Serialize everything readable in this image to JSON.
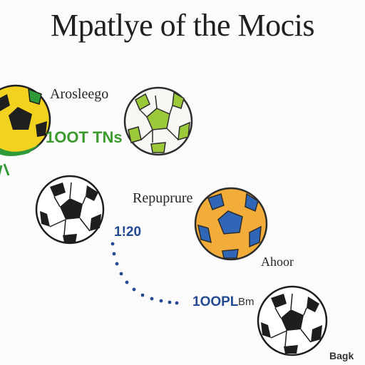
{
  "title": "Mpatlye of the Mocis",
  "labels": {
    "aroslego": "Arosleego",
    "score_green": "1OOT TNs",
    "repupture": "Repuprure",
    "score_blue": "1!20",
    "ahoor": "Ahoor",
    "score_bottom": "1OOPL",
    "score_bottom_suffix": "Bm",
    "corner": "Bagk"
  },
  "colors": {
    "brazil_yellow": "#f2d11f",
    "brazil_green": "#2f9a3a",
    "green_panel": "#9cc93a",
    "blue_panel": "#2f67b6",
    "orange_ball": "#f1ac3a",
    "dots_blue": "#244a92"
  },
  "icons": [
    "brazil-soccer-ball-icon",
    "green-white-soccer-ball-icon",
    "classic-soccer-ball-icon",
    "blue-orange-soccer-ball-icon",
    "bottom-classic-soccer-ball-icon"
  ]
}
